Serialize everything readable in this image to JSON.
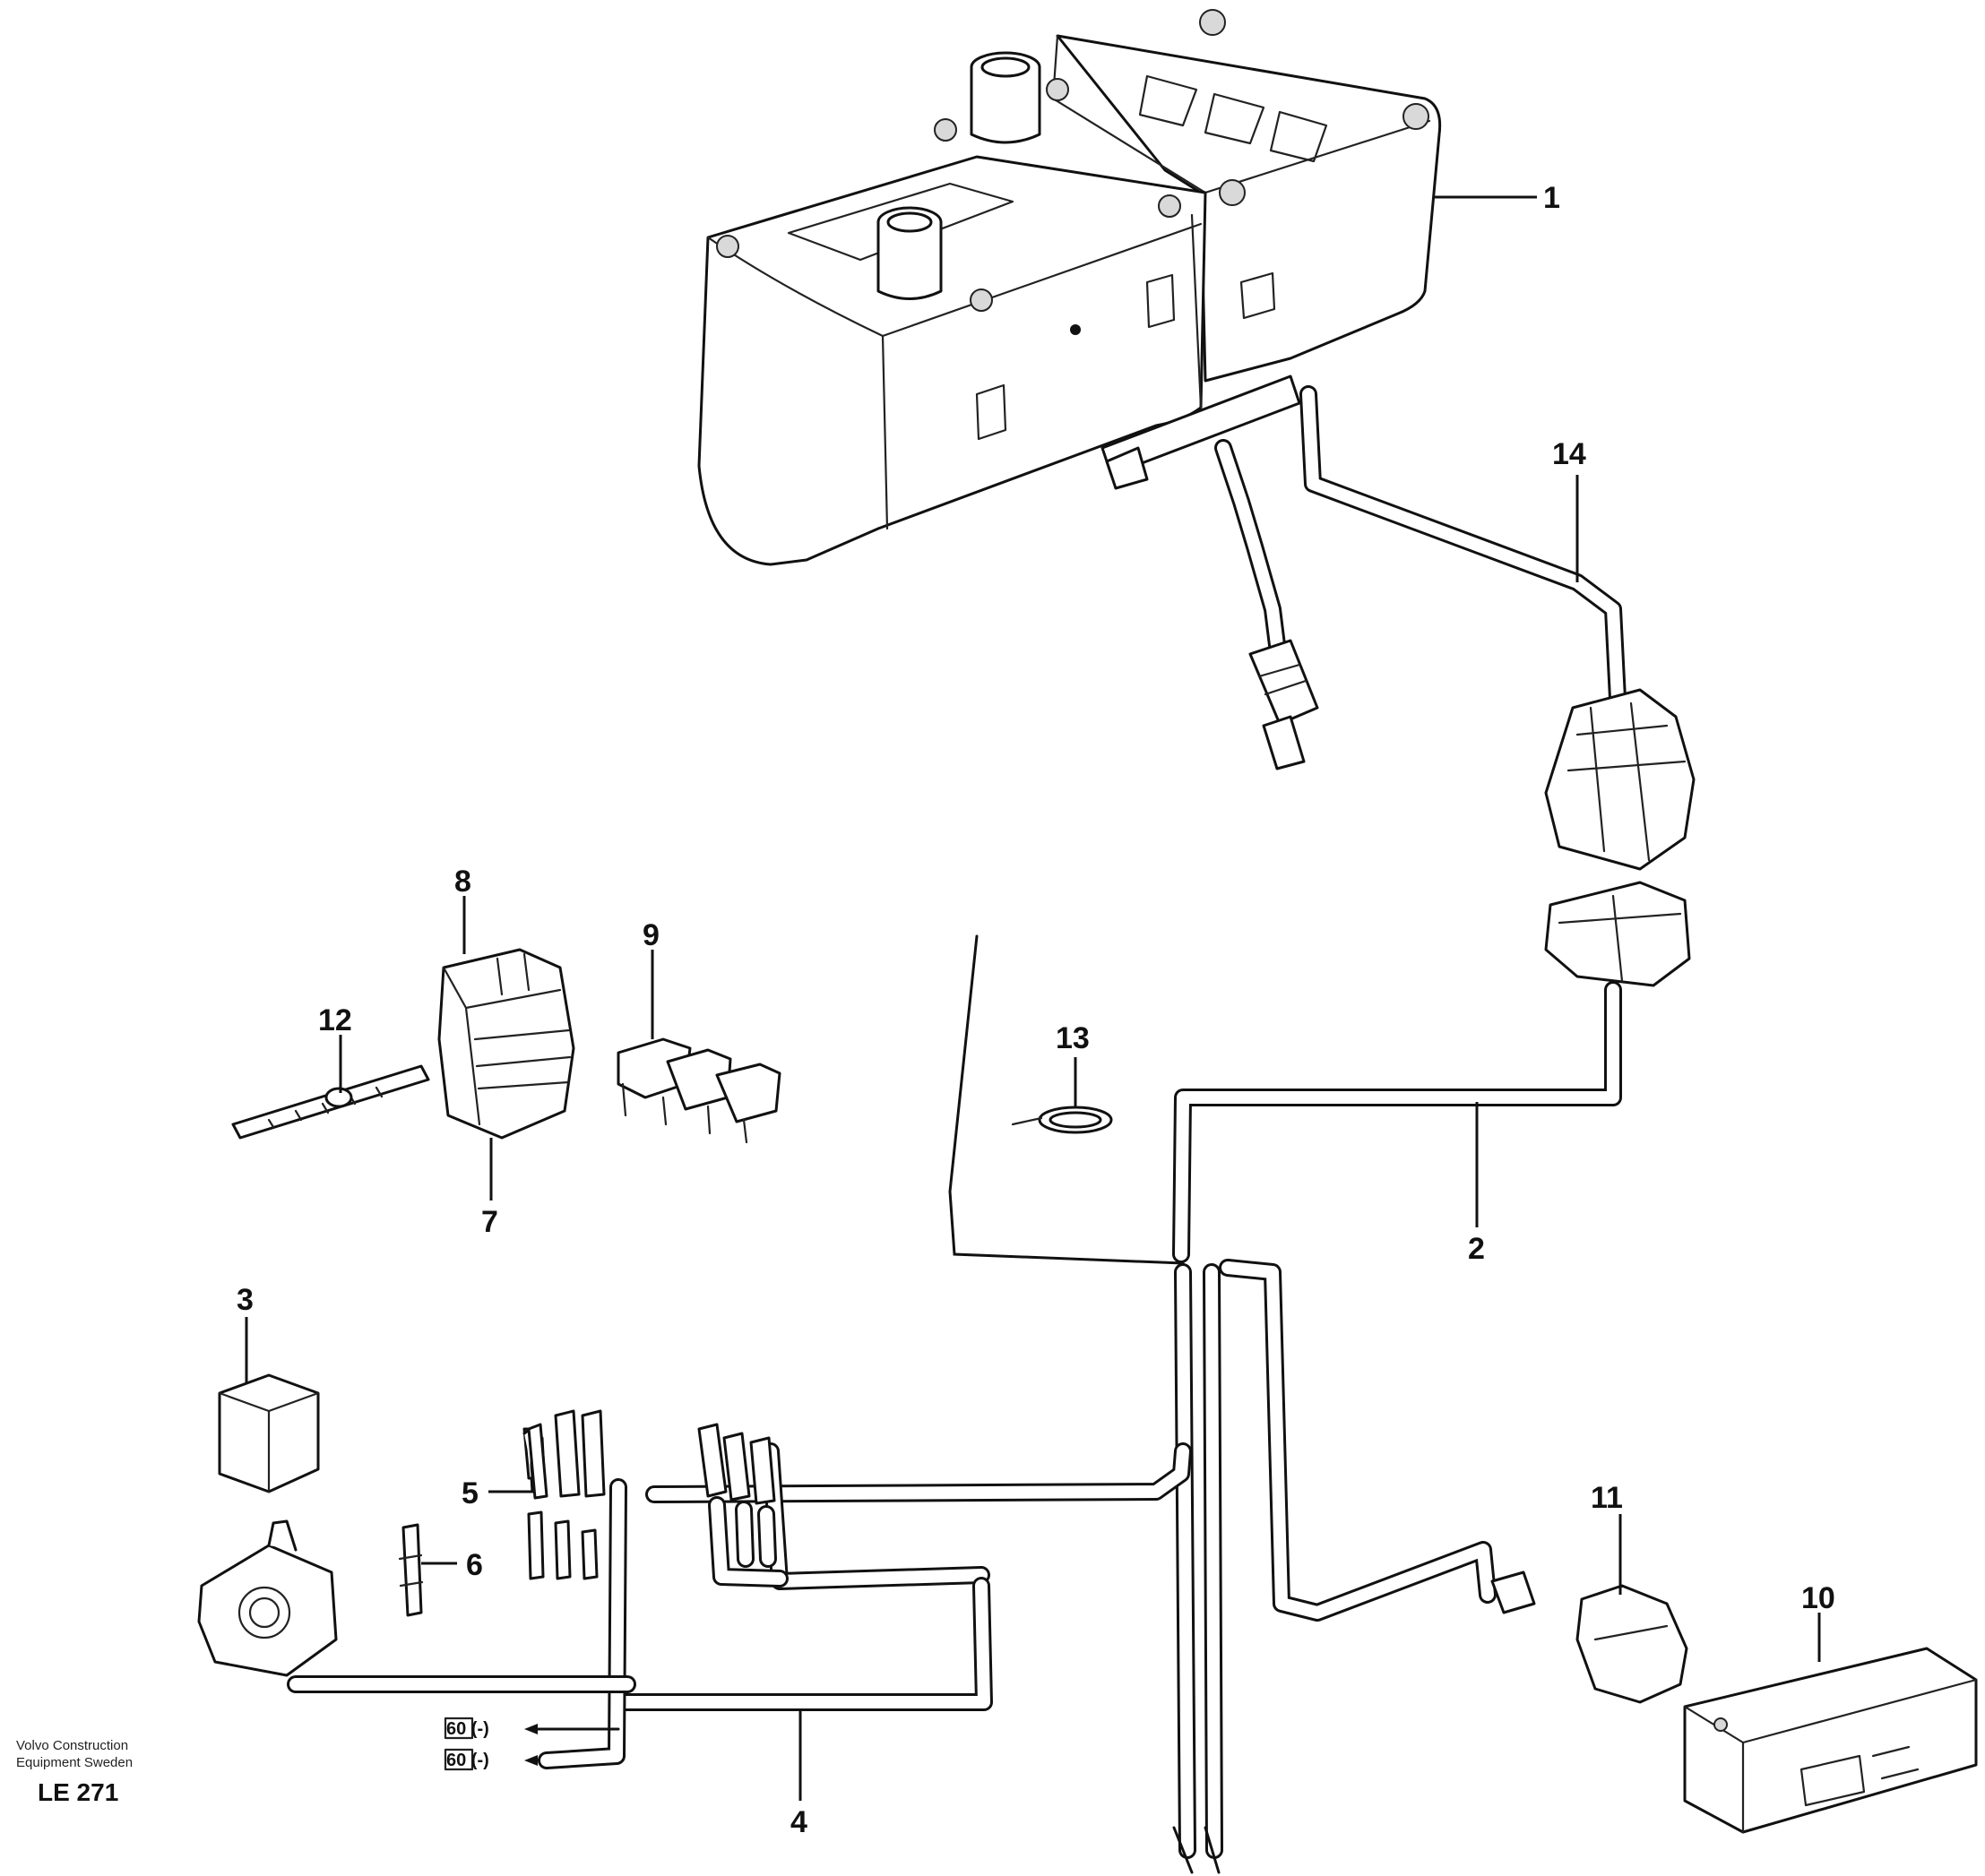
{
  "diagram": {
    "callouts": {
      "c1": "1",
      "c2": "2",
      "c3": "3",
      "c4": "4",
      "c5": "5",
      "c6": "6",
      "c7": "7",
      "c8": "8",
      "c9": "9",
      "c10": "10",
      "c11": "11",
      "c12": "12",
      "c13": "13",
      "c14": "14"
    },
    "wire_tags": {
      "upper": "60 (-)",
      "lower": "60 (-)"
    },
    "footer": {
      "line1": "Volvo Construction",
      "line2": "Equipment Sweden",
      "figure_code": "LE 271"
    }
  }
}
